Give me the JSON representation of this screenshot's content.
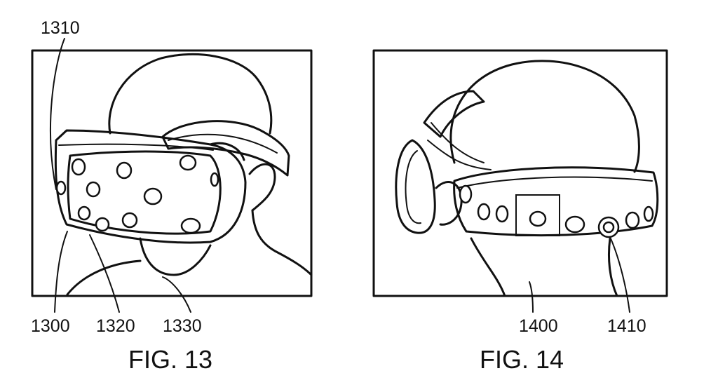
{
  "figures": [
    {
      "caption": "FIG. 13",
      "refs": [
        "1310",
        "1300",
        "1320",
        "1330"
      ]
    },
    {
      "caption": "FIG. 14",
      "refs": [
        "1400",
        "1410"
      ]
    }
  ]
}
